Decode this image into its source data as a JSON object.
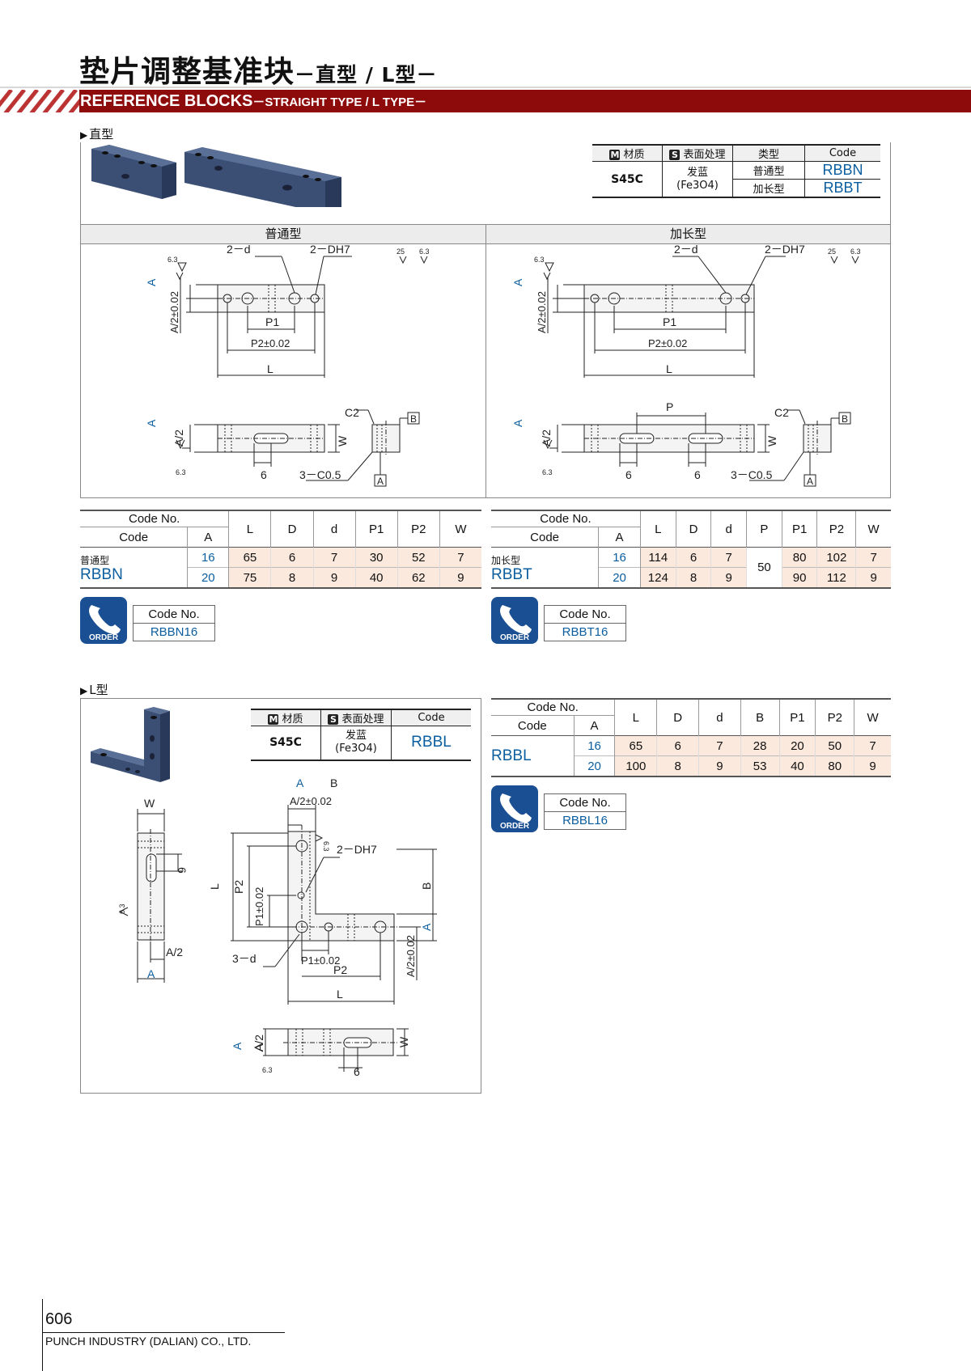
{
  "header": {
    "title_cn": "垫片调整基准块",
    "title_cn_sub": "－直型 / L型－",
    "title_en": "REFERENCE BLOCKS",
    "title_en_sub": "－STRAIGHT TYPE / L TYPE－"
  },
  "straight": {
    "section_label": "直型",
    "spec": {
      "material_label": "材质",
      "surface_label": "表面处理",
      "type_label": "类型",
      "code_label": "Code",
      "material": "S45C",
      "surface": "发蓝",
      "surface_formula": "(Fe3O4)",
      "types": [
        {
          "type": "普通型",
          "code": "RBBN"
        },
        {
          "type": "加长型",
          "code": "RBBT"
        }
      ]
    },
    "panel_left_title": "普通型",
    "panel_right_title": "加长型",
    "drawing_labels": {
      "two_d": "2－d",
      "two_dh7": "2－DH7",
      "p1": "P1",
      "p2": "P2±0.02",
      "l": "L",
      "a": "A",
      "a_half_tol": "A/2±0.02",
      "a_half": "A/2",
      "c2": "C2",
      "w": "W",
      "b": "B",
      "three_c05": "3－C0.5",
      "six": "6",
      "p": "P",
      "ra63": "6.3",
      "ra25": "25"
    },
    "table_rbbn": {
      "code_no": "Code No.",
      "code": "Code",
      "a": "A",
      "headers": [
        "L",
        "D",
        "d",
        "P1",
        "P2",
        "W"
      ],
      "type_cn": "普通型",
      "code_value": "RBBN",
      "rows": [
        {
          "a": "16",
          "vals": [
            "65",
            "6",
            "7",
            "30",
            "52",
            "7"
          ]
        },
        {
          "a": "20",
          "vals": [
            "75",
            "8",
            "9",
            "40",
            "62",
            "9"
          ]
        }
      ]
    },
    "table_rbbt": {
      "code_no": "Code No.",
      "code": "Code",
      "a": "A",
      "headers": [
        "L",
        "D",
        "d",
        "P",
        "P1",
        "P2",
        "W"
      ],
      "type_cn": "加长型",
      "code_value": "RBBT",
      "p_shared": "50",
      "rows": [
        {
          "a": "16",
          "vals": [
            "114",
            "6",
            "7",
            "80",
            "102",
            "7"
          ]
        },
        {
          "a": "20",
          "vals": [
            "124",
            "8",
            "9",
            "90",
            "112",
            "9"
          ]
        }
      ]
    },
    "order_left": {
      "code_no": "Code No.",
      "value": "RBBN16",
      "icon_text": "ORDER"
    },
    "order_right": {
      "code_no": "Code No.",
      "value": "RBBT16",
      "icon_text": "ORDER"
    }
  },
  "ltype": {
    "section_label": "L型",
    "spec": {
      "material_label": "材质",
      "surface_label": "表面处理",
      "code_label": "Code",
      "material": "S45C",
      "surface": "发蓝",
      "surface_formula": "(Fe3O4)",
      "code": "RBBL"
    },
    "drawing_labels": {
      "w": "W",
      "six": "6",
      "a_half": "A/2",
      "a": "A",
      "b": "B",
      "a_half_tol": "A/2±0.02",
      "two_dh7": "2－DH7",
      "l": "L",
      "p2": "P2",
      "p1_tol": "P1±0.02",
      "three_d": "3－d",
      "ra63": "6.3"
    },
    "table": {
      "code_no": "Code No.",
      "code": "Code",
      "a": "A",
      "headers": [
        "L",
        "D",
        "d",
        "B",
        "P1",
        "P2",
        "W"
      ],
      "code_value": "RBBL",
      "rows": [
        {
          "a": "16",
          "vals": [
            "65",
            "6",
            "7",
            "28",
            "20",
            "50",
            "7"
          ]
        },
        {
          "a": "20",
          "vals": [
            "100",
            "8",
            "9",
            "53",
            "40",
            "80",
            "9"
          ]
        }
      ]
    },
    "order": {
      "code_no": "Code No.",
      "value": "RBBL16",
      "icon_text": "ORDER"
    }
  },
  "footer": {
    "page_number": "606",
    "company": "PUNCH INDUSTRY (DALIAN) CO., LTD."
  }
}
